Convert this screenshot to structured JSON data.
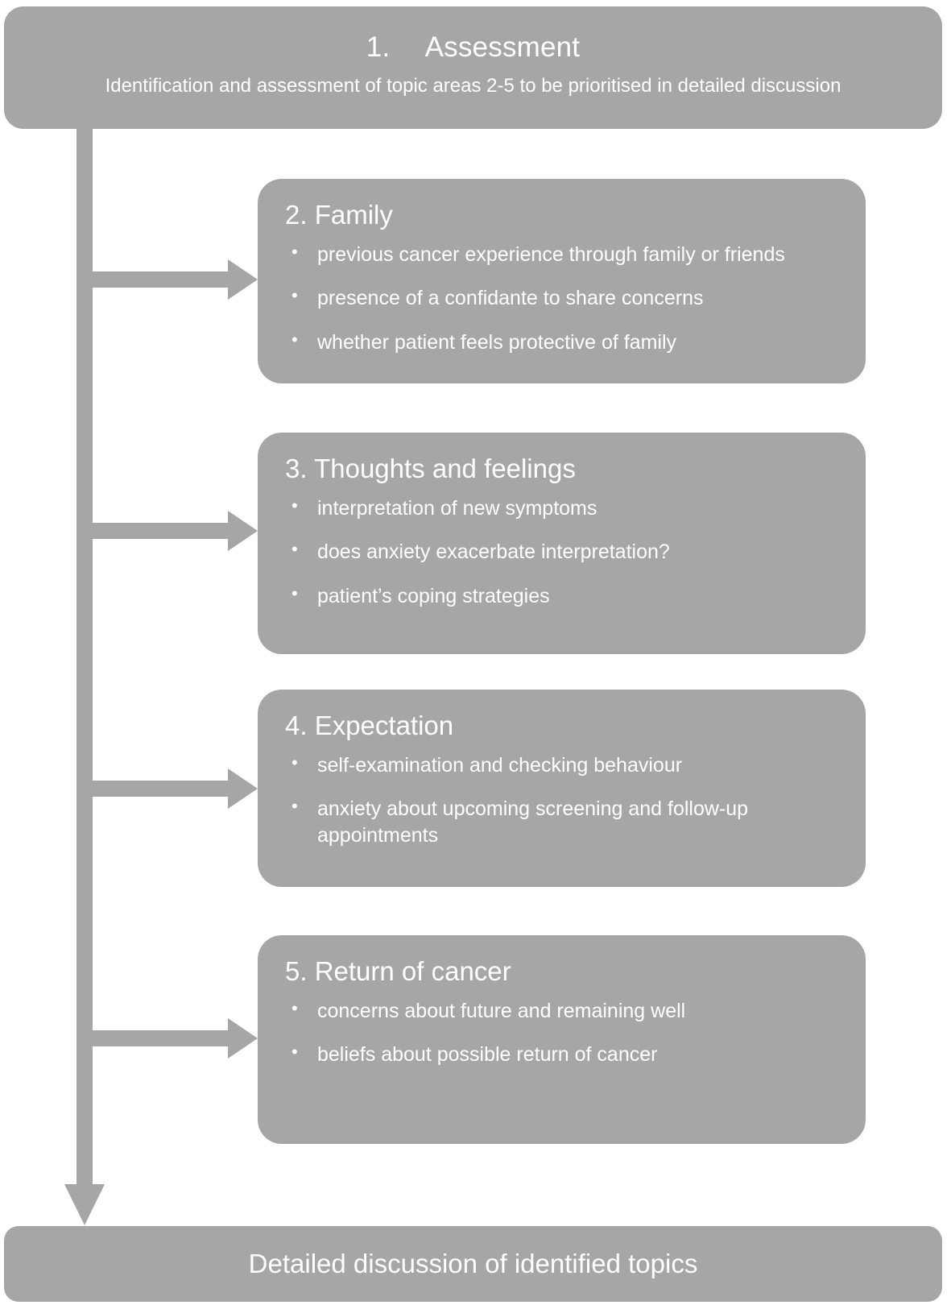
{
  "theme": {
    "box_fill": "#a6a6a6",
    "text_color": "#ffffff",
    "connector_color": "#a6a6a6",
    "background": "#ffffff"
  },
  "header": {
    "title": "1.  Assessment",
    "subtitle": "Identification and assessment of topic areas 2-5 to be prioritised in detailed discussion"
  },
  "topics": [
    {
      "title": "2. Family",
      "bullets": [
        "previous cancer experience through family or friends",
        "presence of a confidante to share concerns",
        "whether patient feels protective of family"
      ]
    },
    {
      "title": "3. Thoughts and feelings",
      "bullets": [
        "interpretation of new symptoms",
        "does anxiety exacerbate interpretation?",
        "patient’s coping strategies"
      ]
    },
    {
      "title": "4. Expectation",
      "bullets": [
        "self-examination and checking behaviour",
        "anxiety about upcoming screening and follow-up appointments"
      ]
    },
    {
      "title": "5. Return of cancer",
      "bullets": [
        "concerns about future and remaining well",
        "beliefs about possible return of cancer"
      ]
    }
  ],
  "footer": {
    "title": "Detailed discussion of identified topics"
  }
}
